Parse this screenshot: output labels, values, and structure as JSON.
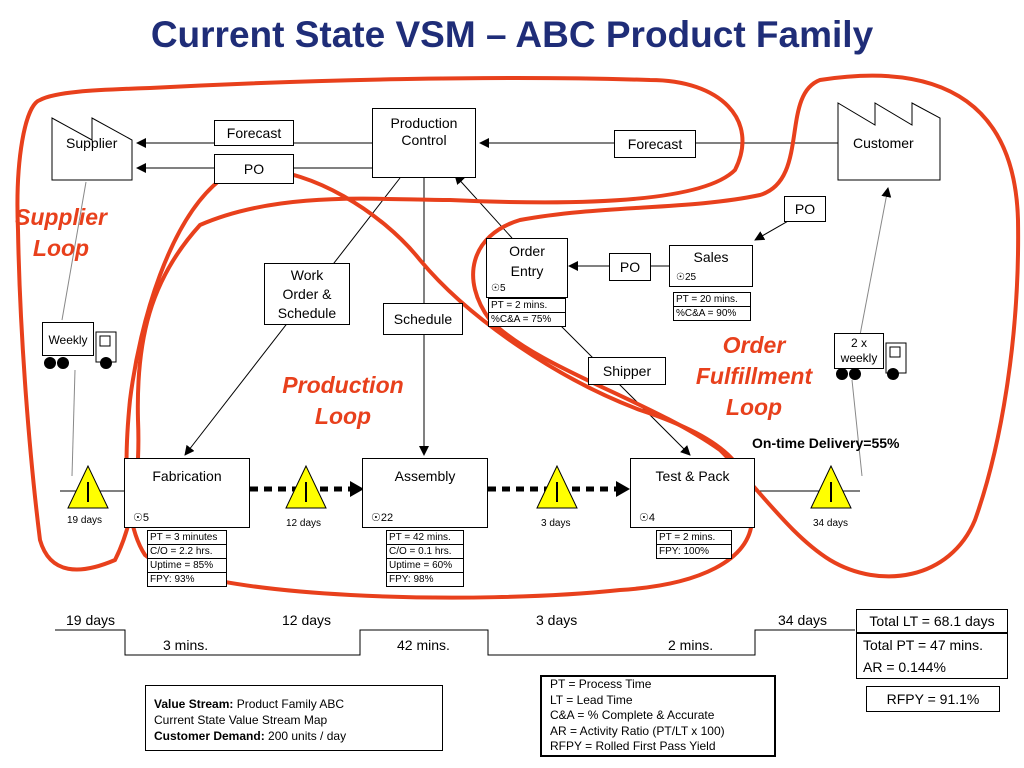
{
  "title": "Current State VSM – ABC Product Family",
  "supplier": "Supplier",
  "customer": "Customer",
  "production_control": "Production Control",
  "forecast_left": "Forecast",
  "po_left": "PO",
  "forecast_right": "Forecast",
  "po_customer": "PO",
  "order_entry": {
    "label": "Order Entry",
    "operators": "5",
    "data": [
      "PT = 2 mins.",
      "%C&A = 75%"
    ]
  },
  "po_mid": "PO",
  "sales": {
    "label": "Sales",
    "operators": "25",
    "data": [
      "PT = 20 mins.",
      "%C&A = 90%"
    ]
  },
  "work_order": "Work Order & Schedule",
  "schedule": "Schedule",
  "shipper": "Shipper",
  "truck_left": "Weekly",
  "truck_right": "2 x weekly",
  "loops": {
    "supplier": "Supplier Loop",
    "production": "Production Loop",
    "order": "Order Fulfillment Loop"
  },
  "ontime": "On-time Delivery=55%",
  "processes": [
    {
      "name": "Fabrication",
      "operators": "5",
      "data": [
        "PT = 3 minutes",
        "C/O = 2.2 hrs.",
        "Uptime = 85%",
        "FPY: 93%"
      ]
    },
    {
      "name": "Assembly",
      "operators": "22",
      "data": [
        "PT = 42 mins.",
        "C/O = 0.1 hrs.",
        "Uptime = 60%",
        "FPY: 98%"
      ]
    },
    {
      "name": "Test & Pack",
      "operators": "4",
      "data": [
        "PT = 2 mins.",
        "FPY: 100%"
      ]
    }
  ],
  "inventory": {
    "i1": "19 days",
    "i2": "12 days",
    "i3": "3 days",
    "i4": "34 days"
  },
  "inventory_icon_label": "I",
  "timeline": {
    "lead": [
      "19 days",
      "12 days",
      "3 days",
      "34 days"
    ],
    "process": [
      "3 mins.",
      "42 mins.",
      "2 mins."
    ]
  },
  "summary": {
    "total_lt": "Total LT = 68.1 days",
    "total_pt": "Total PT = 47 mins.",
    "ar": "AR = 0.144%",
    "rfpy": "RFPY = 91.1%"
  },
  "info": {
    "vs_label": "Value Stream:",
    "vs_value": " Product Family ABC",
    "map": "Current State Value Stream Map",
    "demand_label": "Customer Demand:",
    "demand_value": " 200 units / day"
  },
  "legend": [
    "PT = Process Time",
    "LT = Lead Time",
    "C&A = % Complete & Accurate",
    "AR = Activity Ratio (PT/LT x 100)",
    "RFPY = Rolled First Pass Yield"
  ],
  "colors": {
    "loop": "#e8401c",
    "title": "#1f2d78",
    "warning": "#ffff00"
  }
}
